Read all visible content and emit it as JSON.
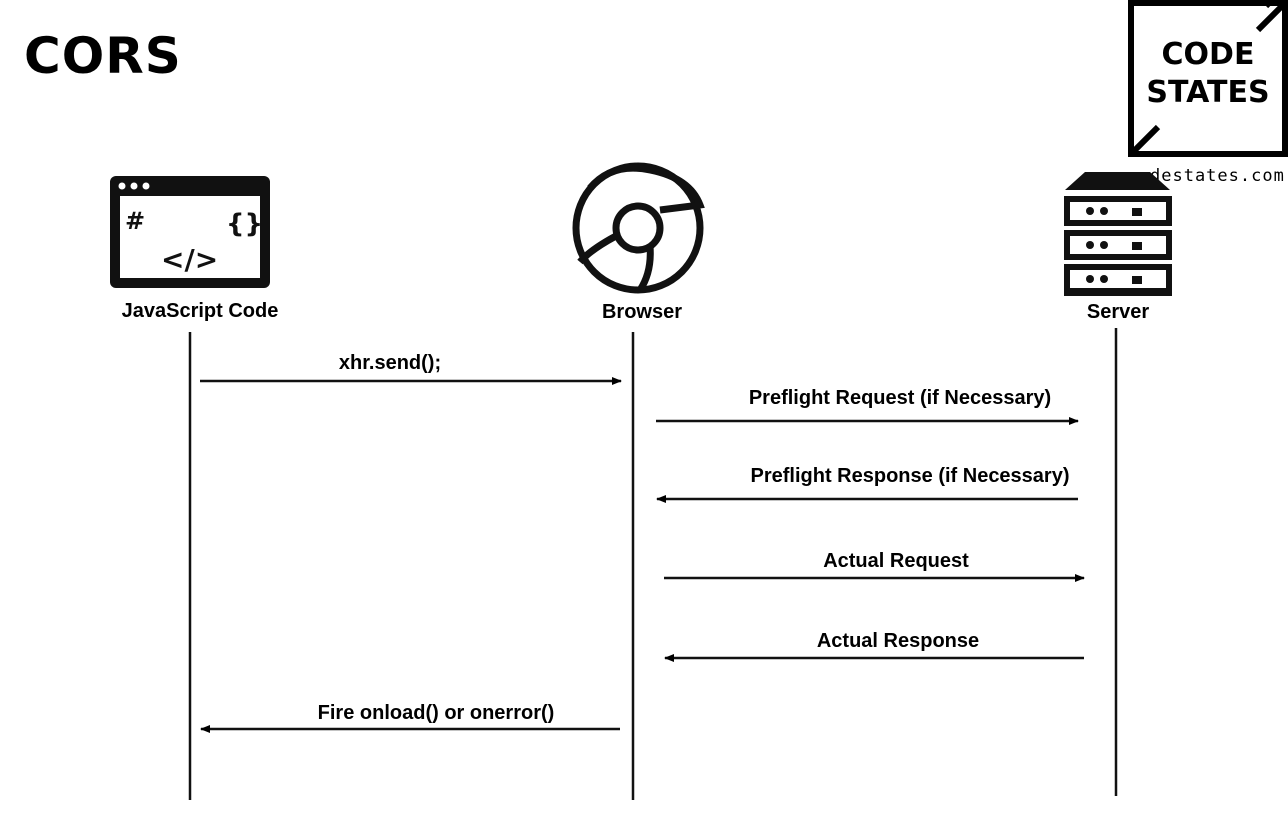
{
  "title": "CORS",
  "logo": {
    "line1": "CODE",
    "line2": "STATES",
    "domain": "destates.com"
  },
  "participants": [
    {
      "id": "js",
      "label": "JavaScript Code",
      "icon": "code-window-icon"
    },
    {
      "id": "browser",
      "label": "Browser",
      "icon": "browser-icon"
    },
    {
      "id": "server",
      "label": "Server",
      "icon": "server-icon"
    }
  ],
  "messages": [
    {
      "from": "js",
      "to": "browser",
      "label": "xhr.send();"
    },
    {
      "from": "browser",
      "to": "server",
      "label": "Preflight Request (if Necessary)"
    },
    {
      "from": "server",
      "to": "browser",
      "label": "Preflight Response (if Necessary)"
    },
    {
      "from": "browser",
      "to": "server",
      "label": "Actual Request"
    },
    {
      "from": "server",
      "to": "browser",
      "label": "Actual Response"
    },
    {
      "from": "browser",
      "to": "js",
      "label": "Fire onload() or onerror()"
    }
  ],
  "code_icon": {
    "hash": "#",
    "braces": "{}",
    "tag": "</>"
  }
}
